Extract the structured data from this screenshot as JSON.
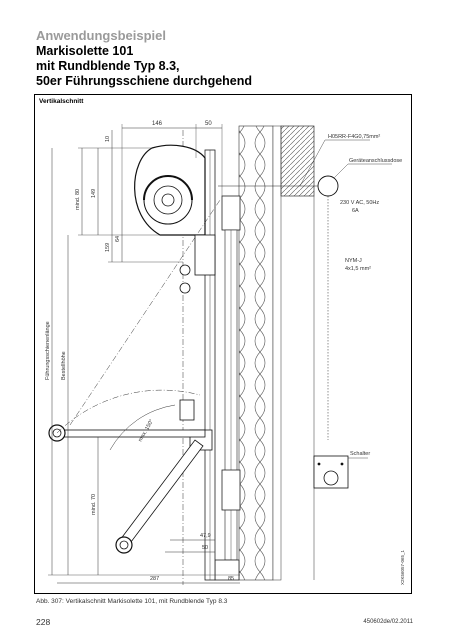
{
  "header": {
    "section_label": "Anwendungsbeispiel",
    "title_line1": "Markisolette 101",
    "title_line2": "mit Rundblende Typ 8.3,",
    "title_line3": "50er Führungsschiene durchgehend"
  },
  "figure": {
    "heading": "Vertikalschnitt",
    "dim_146": "146",
    "dim_50_top": "50",
    "dim_10": "10",
    "dim_min80": "mind. 80",
    "dim_149": "149",
    "dim_64": "64",
    "dim_159": "159",
    "dim_fuehrungsschienenlaenge": "Führungsschienenlänge",
    "dim_bestellhoehe": "Bestellhöhe",
    "dim_max150": "max. 150°",
    "dim_min70": "mind. 70",
    "dim_47_9": "47,9",
    "dim_50_bottom": "50",
    "dim_287": "287",
    "dim_85": "85",
    "label_kabel": "H05RR-F4G0,75mm²",
    "label_dose": "Geräteanschlussdose",
    "label_spannung1": "230 V AC, 50Hz",
    "label_spannung2": "6A",
    "label_nym1": "NYM-J",
    "label_nym2": "4x1,5 mm²",
    "label_schalter": "Schalter",
    "drawing_code": "X2K56057-065_1"
  },
  "footer": {
    "caption": "Abb. 307: Vertikalschnitt Markisolette 101, mit Rundblende Typ 8.3",
    "page_number": "228",
    "doc_number": "450602de/02.2011"
  }
}
